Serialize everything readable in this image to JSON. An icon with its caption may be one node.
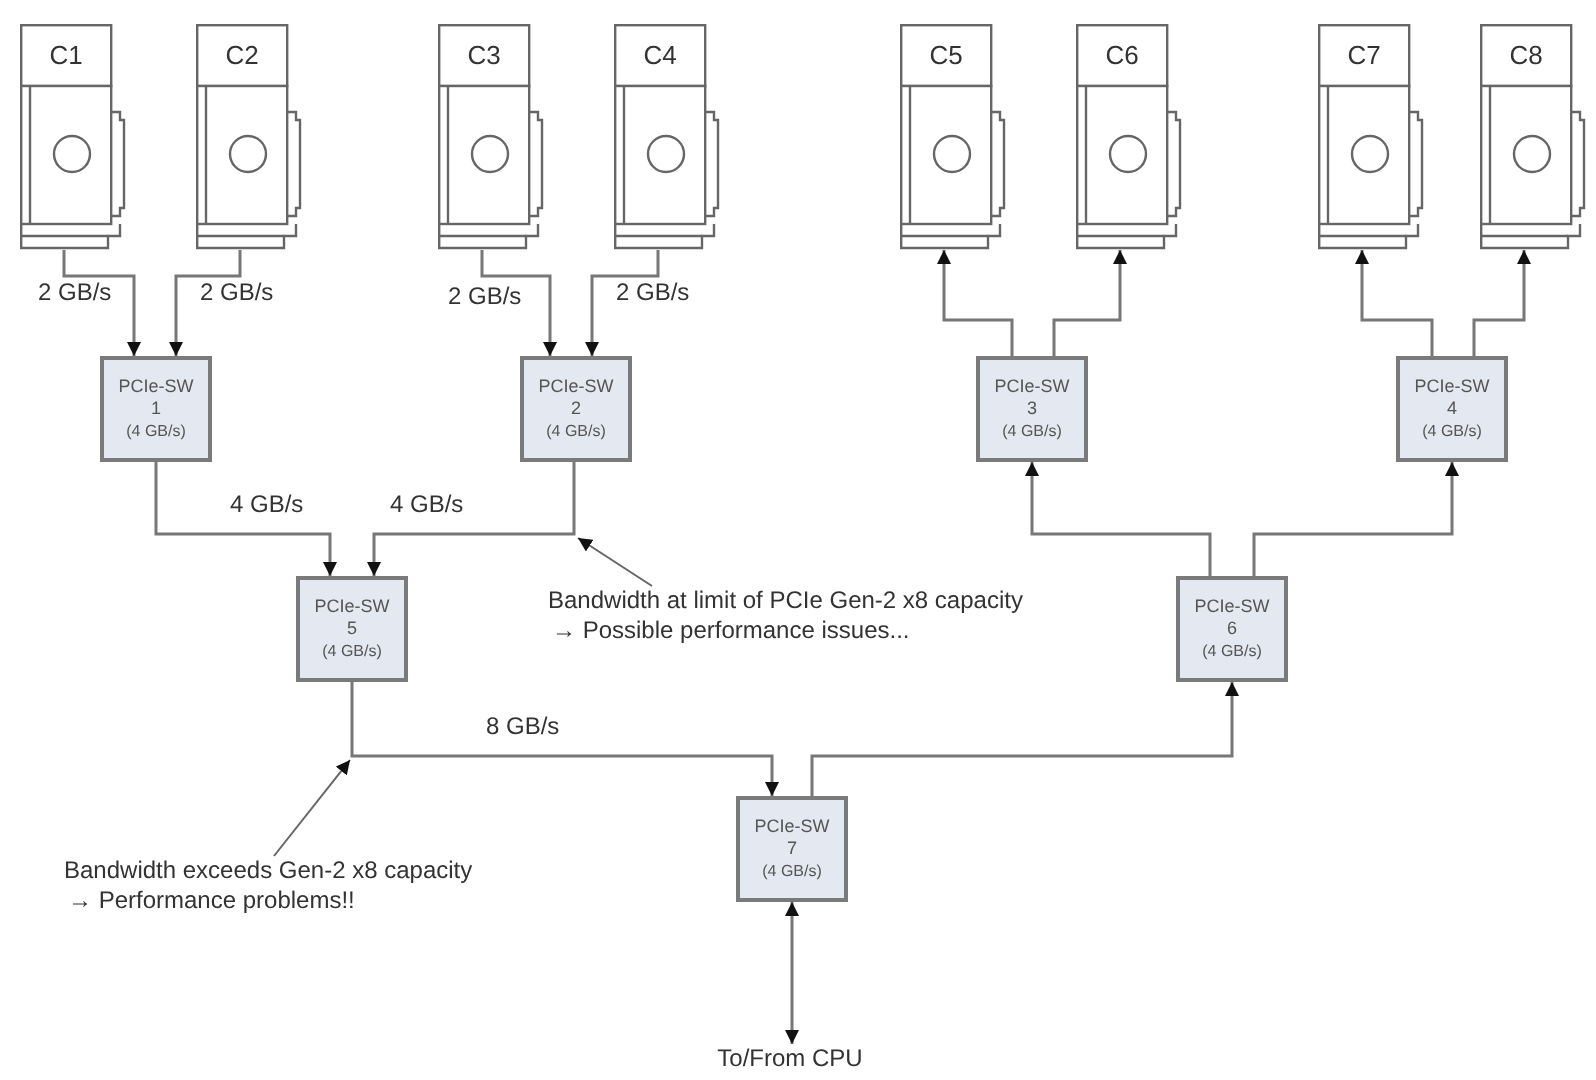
{
  "diagram": {
    "nodes": [
      {
        "text": [
          "C1"
        ]
      },
      {
        "text": [
          "C2"
        ]
      },
      {
        "text": [
          "C3"
        ]
      },
      {
        "text": [
          "C4"
        ]
      },
      {
        "text": [
          "C5"
        ]
      },
      {
        "text": [
          "C6"
        ]
      },
      {
        "text": [
          "C7"
        ]
      },
      {
        "text": [
          "C8"
        ]
      },
      {
        "text": [
          "PCIe-SW",
          "1",
          "(4 GB/s)"
        ]
      },
      {
        "text": [
          "PCIe-SW",
          "2",
          "(4 GB/s)"
        ]
      },
      {
        "text": [
          "PCIe-SW",
          "3",
          "(4 GB/s)"
        ]
      },
      {
        "text": [
          "PCIe-SW",
          "4",
          "(4 GB/s)"
        ]
      },
      {
        "text": [
          "PCIe-SW",
          "5",
          "(4 GB/s)"
        ]
      },
      {
        "text": [
          "PCIe-SW",
          "6",
          "(4 GB/s)"
        ]
      },
      {
        "text": [
          "PCIe-SW",
          "7",
          "(4 GB/s)"
        ]
      },
      {
        "text": [
          "To/From CPU"
        ]
      },
      {
        "text": [
          "Bandwidth at limit of PCIe Gen-2 x8 capacity",
          "→ Possible performance issues..."
        ]
      },
      {
        "text": [
          "Bandwidth exceeds Gen-2 x8 capacity",
          "→ Performance problems!!"
        ]
      }
    ],
    "edges": [
      {
        "from": 0,
        "to": 8,
        "arrow": "to",
        "label": "2 GB/s"
      },
      {
        "from": 1,
        "to": 8,
        "arrow": "to",
        "label": "2 GB/s"
      },
      {
        "from": 2,
        "to": 9,
        "arrow": "to",
        "label": "2 GB/s"
      },
      {
        "from": 3,
        "to": 9,
        "arrow": "to",
        "label": "2 GB/s"
      },
      {
        "from": 8,
        "to": 12,
        "arrow": "to",
        "label": "4 GB/s"
      },
      {
        "from": 9,
        "to": 12,
        "arrow": "to",
        "label": "4 GB/s"
      },
      {
        "from": 12,
        "to": 14,
        "arrow": "to",
        "label": "8 GB/s"
      },
      {
        "from": 14,
        "to": 13,
        "arrow": "to"
      },
      {
        "from": 13,
        "to": 10,
        "arrow": "to"
      },
      {
        "from": 13,
        "to": 11,
        "arrow": "to"
      },
      {
        "from": 10,
        "to": 4,
        "arrow": "to"
      },
      {
        "from": 10,
        "to": 5,
        "arrow": "to"
      },
      {
        "from": 11,
        "to": 6,
        "arrow": "to"
      },
      {
        "from": 11,
        "to": 7,
        "arrow": "to"
      },
      {
        "from": 14,
        "to": 15,
        "arrow": "both"
      },
      {
        "from": 16,
        "to": null,
        "arrow": "to"
      },
      {
        "from": 17,
        "to": null,
        "arrow": "to"
      }
    ]
  }
}
